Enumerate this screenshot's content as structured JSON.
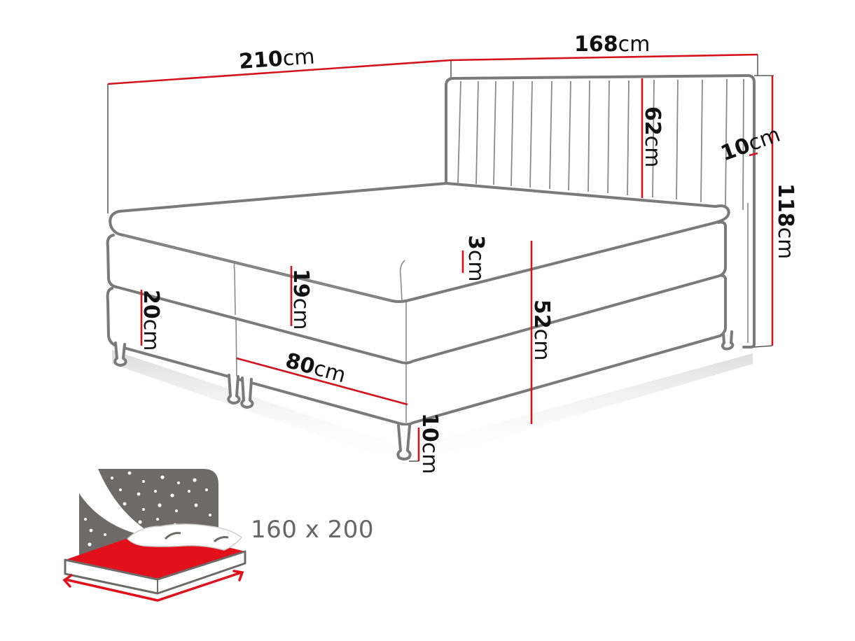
{
  "diagram": {
    "type": "product-dimension-drawing",
    "subject": "boxspring bed with vertical-channel upholstered headboard",
    "colors": {
      "outline": "#7a7a7a",
      "dimension_line": "#d4141c",
      "label_text": "#111111",
      "size_text": "#666666",
      "icon_background": "#6e6a69",
      "icon_sheet": "#e2101a"
    },
    "dimensions": {
      "total_length": {
        "value": "210",
        "unit": "cm"
      },
      "total_width": {
        "value": "168",
        "unit": "cm"
      },
      "headboard_panel_height": {
        "value": "62",
        "unit": "cm"
      },
      "headboard_thickness": {
        "value": "10",
        "unit": "cm"
      },
      "total_height": {
        "value": "118",
        "unit": "cm"
      },
      "topper_height": {
        "value": "3",
        "unit": "cm"
      },
      "mattress_height": {
        "value": "19",
        "unit": "cm"
      },
      "base_height": {
        "value": "20",
        "unit": "cm"
      },
      "module_length": {
        "value": "80",
        "unit": "cm"
      },
      "bed_height": {
        "value": "52",
        "unit": "cm"
      },
      "leg_height": {
        "value": "10",
        "unit": "cm"
      }
    },
    "sleeping_area": {
      "icon": "night-sky-bed-icon",
      "label": "160 x 200"
    }
  }
}
